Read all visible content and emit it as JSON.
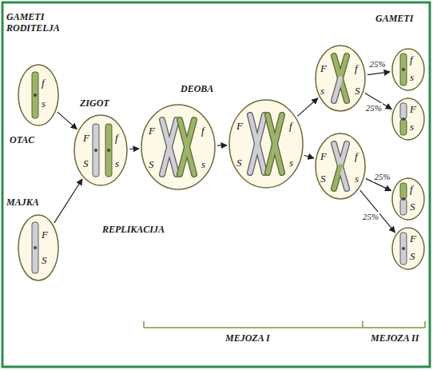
{
  "diagram": {
    "nodes": [
      {
        "text": [
          "f",
          "s"
        ]
      },
      {
        "text": [
          "F",
          "S"
        ]
      },
      {
        "text": [
          "F",
          "S",
          "f",
          "s"
        ]
      },
      {
        "text": [
          "F",
          "S",
          "f",
          "s"
        ]
      },
      {
        "text": [
          "F",
          "S",
          "f",
          "s"
        ]
      },
      {
        "text": [
          "F",
          "f",
          "s",
          "S"
        ]
      },
      {
        "text": [
          "F",
          "f",
          "S",
          "s"
        ]
      },
      {
        "text": [
          "f",
          "s"
        ]
      },
      {
        "text": [
          "F",
          "s"
        ]
      },
      {
        "text": [
          "f",
          "S"
        ]
      },
      {
        "text": [
          "F",
          "S"
        ]
      }
    ],
    "edges": [
      {
        "from": 0,
        "to": 2,
        "arrow": "to"
      },
      {
        "from": 1,
        "to": 2,
        "arrow": "to"
      },
      {
        "from": 2,
        "to": 3,
        "arrow": "to"
      },
      {
        "from": 3,
        "to": 4,
        "arrow": "to"
      },
      {
        "from": 4,
        "to": 5,
        "arrow": "to"
      },
      {
        "from": 4,
        "to": 6,
        "arrow": "to"
      },
      {
        "from": 5,
        "to": 7,
        "label": "25%",
        "arrow": "to"
      },
      {
        "from": 5,
        "to": 8,
        "label": "25%",
        "arrow": "to"
      },
      {
        "from": 6,
        "to": 9,
        "label": "25%",
        "arrow": "to"
      },
      {
        "from": 6,
        "to": 10,
        "label": "25%",
        "arrow": "to"
      }
    ],
    "labels": [
      "GAMETI RODITELJA",
      "OTAC",
      "MAJKA",
      "ZIGOT",
      "DEOBA",
      "REPLIKACIJA",
      "GAMETI",
      "MEJOZA I",
      "MEJOZA II"
    ]
  }
}
